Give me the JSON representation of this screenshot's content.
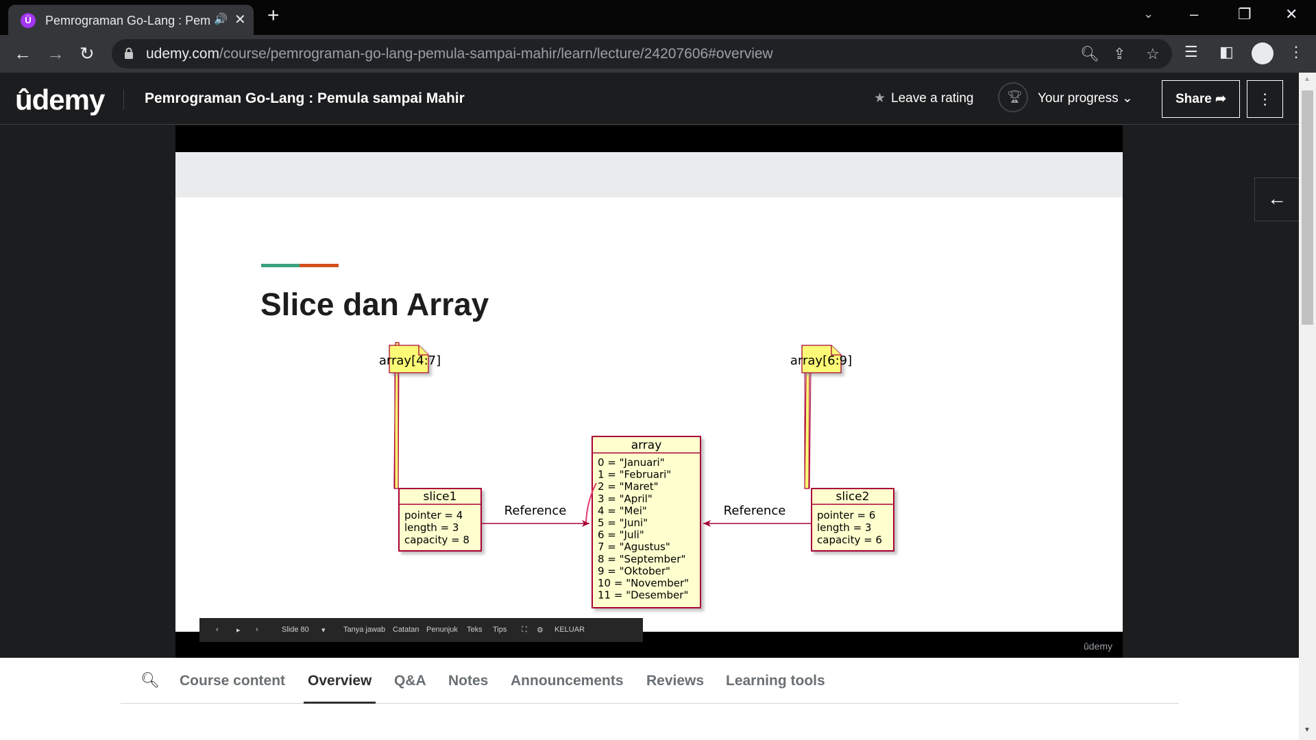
{
  "browser": {
    "tab_title": "Pemrograman Go-Lang : Pemula sampai Mahir",
    "favicon_letter": "Ü",
    "url_host": "udemy.com",
    "url_path": "/course/pemrograman-go-lang-pemula-sampai-mahir/learn/lecture/24207606#overview",
    "new_tab": "+",
    "icons": [
      "back-icon",
      "forward-icon",
      "reload-icon",
      "lock-icon",
      "zoom-icon",
      "share-icon",
      "star-icon",
      "media-icon",
      "side-panel-icon",
      "profile-icon",
      "menu-icon"
    ]
  },
  "header": {
    "logo": "ûdemy",
    "course_title": "Pemrograman Go-Lang : Pemula sampai Mahir",
    "rating_label": "Leave a rating",
    "progress_label": "Your progress",
    "share_label": "Share",
    "accent_color": "#a435f0"
  },
  "slide": {
    "title": "Slice dan Array",
    "accent_colors": [
      "#3aa181",
      "#d2501c"
    ],
    "diagram": {
      "note_left": "array[4:7]",
      "note_right": "array[6:9]",
      "slice1": {
        "name": "slice1",
        "fields": [
          "pointer = 4",
          "length = 3",
          "capacity = 8"
        ]
      },
      "slice2": {
        "name": "slice2",
        "fields": [
          "pointer = 6",
          "length = 3",
          "capacity = 6"
        ]
      },
      "array": {
        "name": "array",
        "items": [
          "0 = \"Januari\"",
          "1 = \"Februari\"",
          "2 = \"Maret\"",
          "3 = \"April\"",
          "4 = \"Mei\"",
          "5 = \"Juni\"",
          "6 = \"Juli\"",
          "7 = \"Agustus\"",
          "8 = \"September\"",
          "9 = \"Oktober\"",
          "10 = \"November\"",
          "11 = \"Desember\""
        ]
      },
      "edge_left_label": "Reference",
      "edge_right_label": "Reference"
    },
    "ppt_controls": {
      "slide_label": "Slide 80",
      "buttons": [
        "Tanya jawab",
        "Catatan",
        "Penunjuk",
        "Teks",
        "Tips"
      ],
      "exit_label": "KELUAR"
    },
    "watermark": "ûdemy"
  },
  "tabs": [
    {
      "label": "Course content",
      "active": false
    },
    {
      "label": "Overview",
      "active": true
    },
    {
      "label": "Q&A",
      "active": false
    },
    {
      "label": "Notes",
      "active": false
    },
    {
      "label": "Announcements",
      "active": false
    },
    {
      "label": "Reviews",
      "active": false
    },
    {
      "label": "Learning tools",
      "active": false
    }
  ],
  "scroll_position": 0.0
}
